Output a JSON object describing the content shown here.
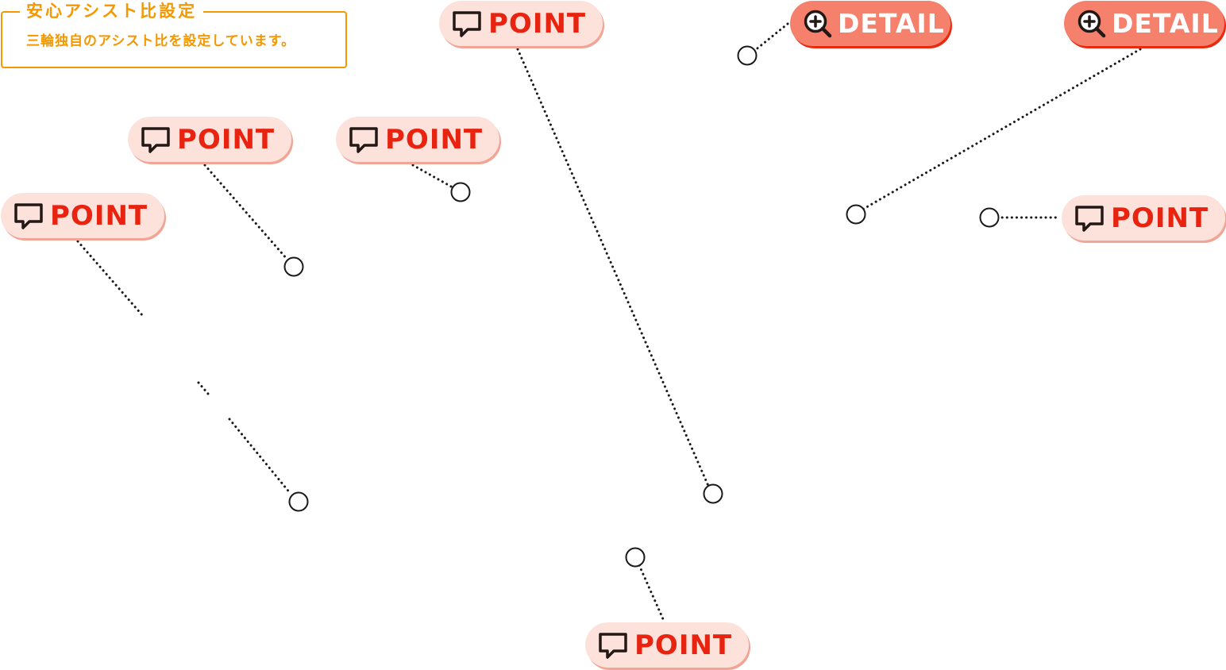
{
  "info_box": {
    "title": "安心アシスト比設定",
    "description": "三輪独自のアシスト比を設定しています。"
  },
  "buttons": {
    "point_label": "POINT",
    "detail_label": "DETAIL"
  },
  "icons": {
    "point": "speech-bubble-icon",
    "detail": "zoom-in-icon"
  },
  "colors": {
    "accent_orange": "#f39800",
    "point_bg": "#fde2dc",
    "point_text": "#e8230f",
    "detail_bg": "#f5806b",
    "detail_text": "#ffffff"
  }
}
